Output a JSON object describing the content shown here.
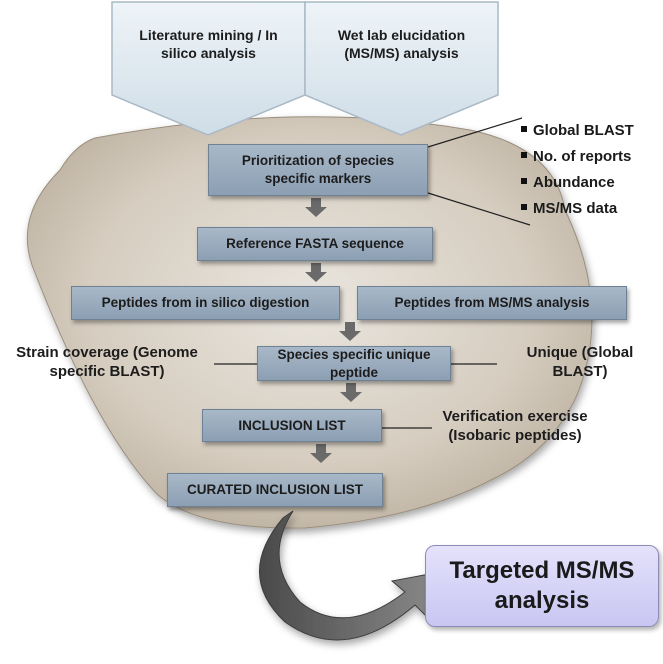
{
  "sources": {
    "left": "Literature mining / In silico analysis",
    "right": "Wet lab elucidation (MS/MS) analysis"
  },
  "steps": {
    "prioritization": "Prioritization of species specific markers",
    "reference": "Reference FASTA sequence",
    "insilico_peptides": "Peptides from in silico digestion",
    "msms_peptides": "Peptides from MS/MS analysis",
    "unique_peptide": "Species specific unique peptide",
    "inclusion_list": "INCLUSION LIST",
    "curated_list": "CURATED INCLUSION LIST"
  },
  "criteria": [
    "Global BLAST",
    "No. of reports",
    "Abundance",
    "MS/MS data"
  ],
  "notes": {
    "strain_coverage": "Strain coverage (Genome specific BLAST)",
    "unique": "Unique (Global BLAST)",
    "verification": "Verification exercise (Isobaric peptides)"
  },
  "result": "Targeted MS/MS analysis",
  "colors": {
    "box_fill": "#97a9bc",
    "source_fill": "#dde8ef",
    "platform_fill": "#d8d0c4",
    "arrow": "#6a6a6a",
    "result_fill": "#d6d4f7"
  }
}
